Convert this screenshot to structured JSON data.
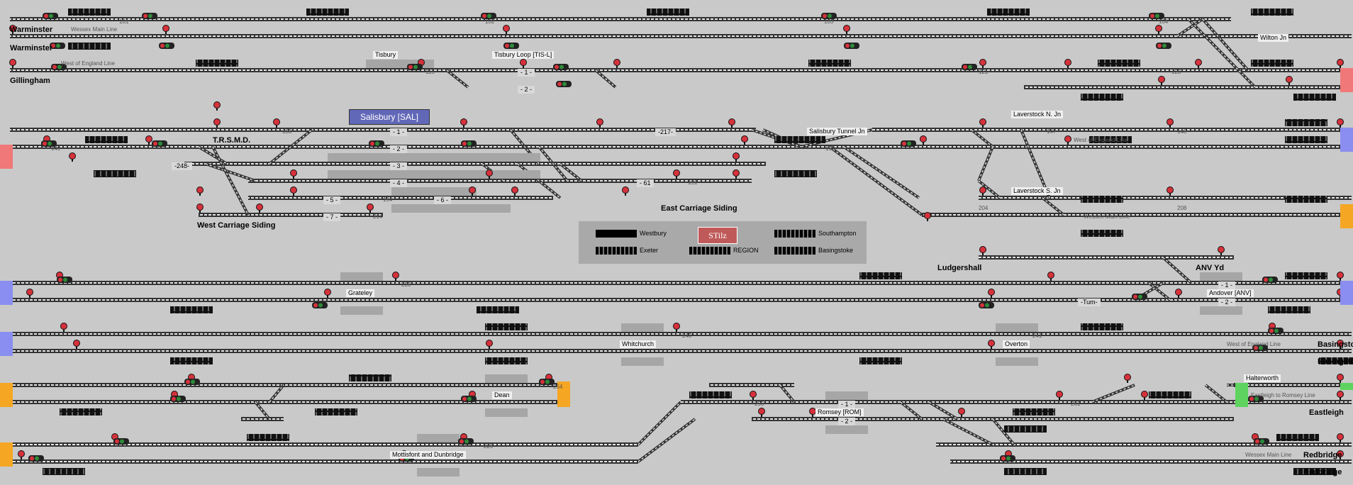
{
  "colors": {
    "background": "#c9c9c9",
    "track": "#333333",
    "track_cess": "#e6e6e6",
    "signal_red": "#d6323c",
    "signal_green": "#2e8b3a",
    "train_box": "#1a1a1a",
    "edge_red": "#f07878",
    "edge_blue": "#8a8ef0",
    "edge_orange": "#f5a623",
    "edge_green": "#5fd35f",
    "sal_badge": "#6268b8",
    "stilz_badge": "#c05a5a"
  },
  "stations": {
    "warminster_1": "Warminster",
    "warminster_2": "Warminster",
    "gillingham": "Gillingham",
    "trsmd": "T.R.S.M.D.",
    "west_carriage_siding": "West Carriage Siding",
    "east_carriage_siding": "East Carriage Siding",
    "ludgershall": "Ludgershall",
    "anv_yd": "ANV Yd",
    "basingstoke_1": "Basingstoke",
    "basingstoke_2": "Basingstoke",
    "eastleigh": "Eastleigh",
    "redbridge_1": "Redbridge",
    "redbridge_2": "Redbridge"
  },
  "labels": {
    "tisbury": "Tisbury",
    "tisbury_loop": "Tisbury Loop [TIS-L]",
    "salisbury_tunnel_jn": "Salisbury Tunnel Jn",
    "laverstock_n": "Laverstock N. Jn",
    "laverstock_s": "Laverstock S. Jn",
    "wilton_jn": "Wilton Jn",
    "grateley": "Grateley",
    "andover": "Andover [ANV]",
    "whitchurch": "Whitchurch",
    "overton": "Overton",
    "dean": "Dean",
    "romsey": "Romsey [ROM]",
    "mottisfont": "Mottisfont and Dunbridge",
    "halterworth": "Halterworth",
    "salisbury_badge": "Salisbury [SAL]"
  },
  "line_names": {
    "wessex_top": "Wessex Main Line",
    "west_of_england_top": "West of England Line",
    "west_of_england_mid": "West of England Line",
    "wessex_mid": "Wessex Main Line",
    "west_of_england_basing": "West of England Line",
    "eastleigh_romsey": "Eastleigh to Romsey Line",
    "wessex_bottom": "Wessex Main Line"
  },
  "platforms": {
    "tis_1": "- 1 -",
    "tis_2": "- 2 -",
    "sal_1": "- 1 -",
    "sal_2": "- 2 -",
    "sal_3": "- 3 -",
    "sal_4": "- 4 -",
    "sal_5": "- 5 -",
    "sal_6": "- 6 -",
    "sal_7": "- 7 -",
    "p217": "-217-",
    "p61": "- 61",
    "p248": "-248-",
    "anv_1": "- 1 -",
    "anv_2": "- 2 -",
    "tum": "-Tum-",
    "rom_1": "- 1 -",
    "rom_2": "- 2 -"
  },
  "legend": {
    "westbury": "Westbury",
    "southampton": "Southampton",
    "exeter": "Exeter",
    "region": "REGION",
    "basingstoke": "Basingstoke",
    "stilz": "STilz"
  },
  "berths": {
    "b101": "101",
    "b102": "102",
    "b103": "103",
    "b104": "104",
    "b115": "115",
    "b121": "121",
    "b123": "123",
    "b124": "124",
    "b126": "126",
    "b133": "133",
    "b138": "138",
    "b141": "141",
    "b144": "144",
    "b147": "147",
    "b148": "148",
    "b149": "149",
    "b150": "150",
    "b154": "154",
    "b155": "155",
    "b160": "160",
    "b163": "163",
    "b191": "191",
    "b194": "194",
    "b199": "199",
    "b201": "201",
    "b204": "204",
    "b208": "208",
    "b214": "214",
    "b228": "228",
    "b233": "233",
    "b241": "241",
    "b243": "243",
    "b254": "254",
    "b256": "256",
    "b261": "261",
    "b276": "276",
    "b229": "229"
  }
}
